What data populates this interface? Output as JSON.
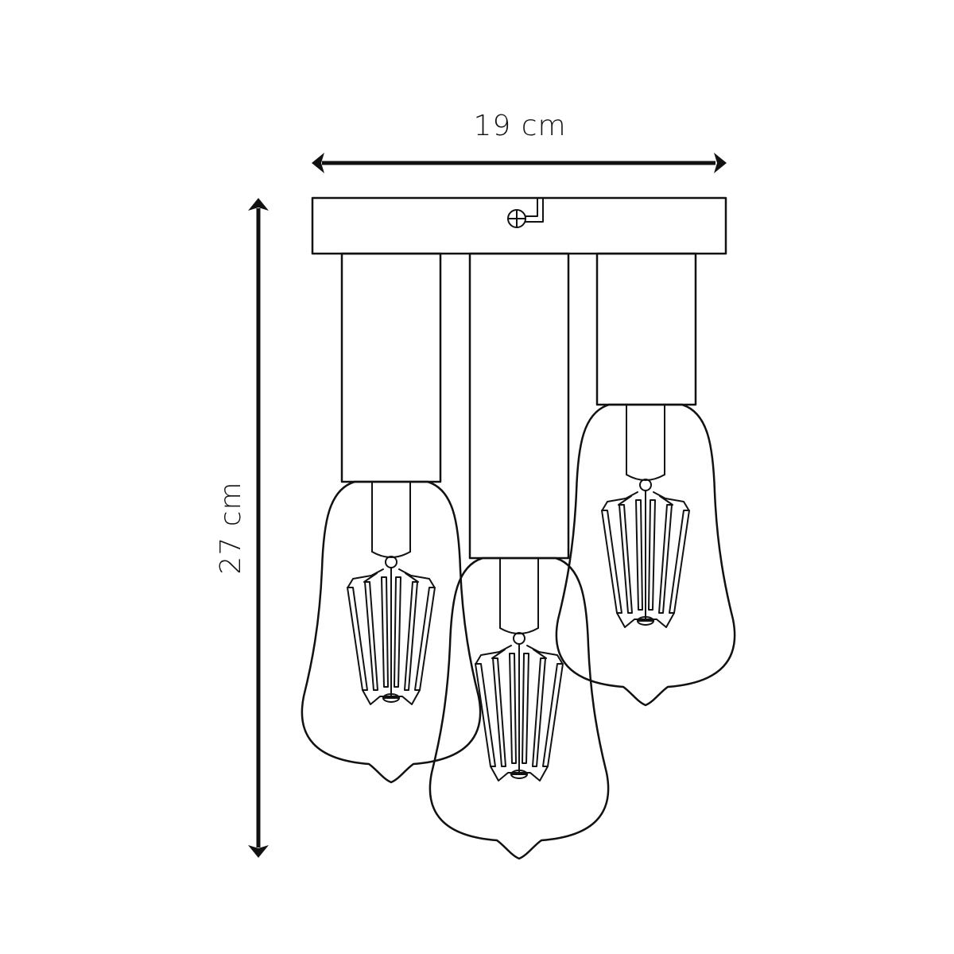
{
  "dimensions": {
    "width_label": "19 cm",
    "height_label": "27 cm"
  },
  "product": {
    "bulb_count": 3
  },
  "colors": {
    "line": "#111111",
    "background": "#ffffff"
  }
}
